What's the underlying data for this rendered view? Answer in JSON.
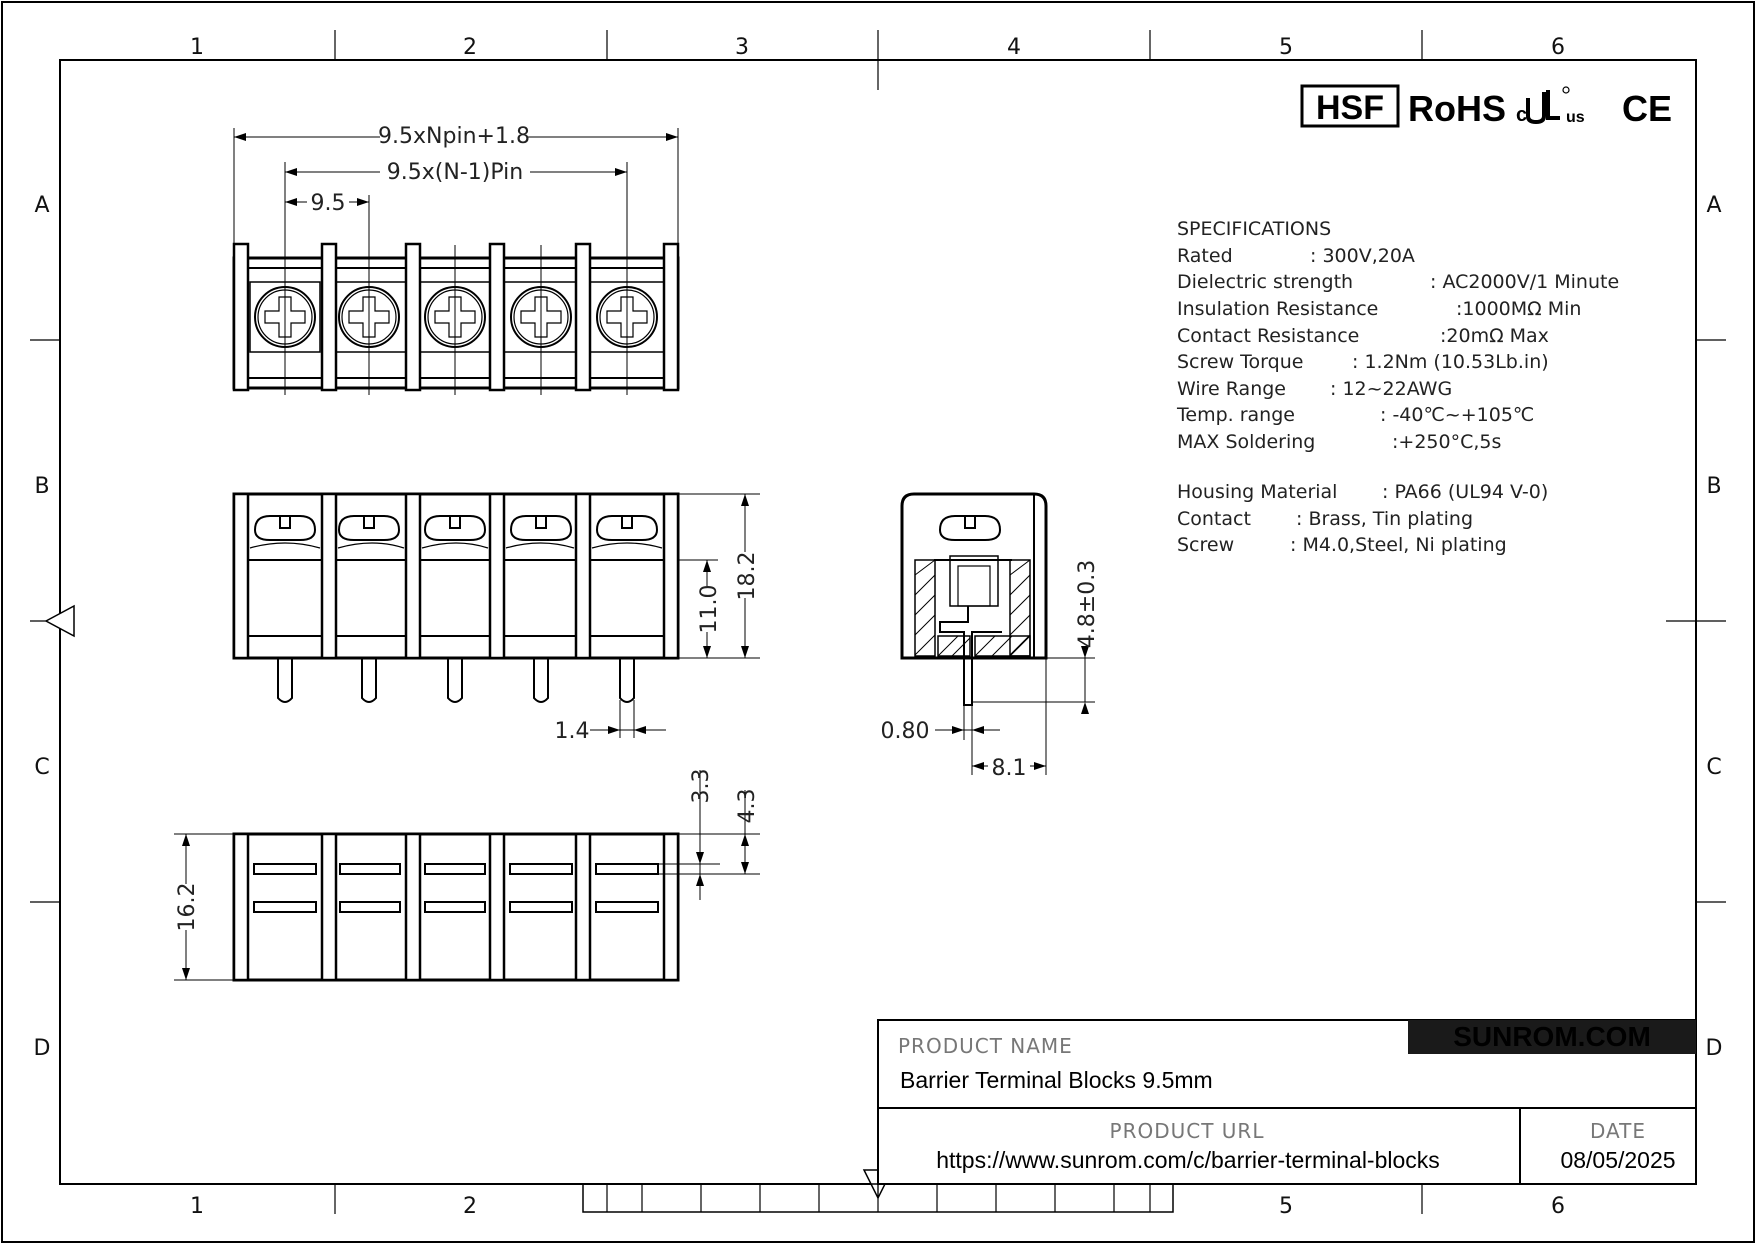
{
  "grid": {
    "columns": [
      "1",
      "2",
      "3",
      "4",
      "5",
      "6"
    ],
    "bottom_columns": [
      "1",
      "2",
      "5",
      "6"
    ],
    "rows": [
      "A",
      "B",
      "C",
      "D"
    ]
  },
  "certifications": {
    "hsf": "HSF",
    "rohs": "RoHS",
    "ul_c": "c",
    "ul_us": "us",
    "ce": "CE"
  },
  "dimensions": {
    "overall_length": "9.5xNpin+1.8",
    "pitch_span": "9.5x(N-1)Pin",
    "pitch": "9.5",
    "height_total": "18.2",
    "height_body": "11.0",
    "pin_width": "1.4",
    "side_pin_height": "4.8±0.3",
    "side_pin_thickness": "0.80",
    "side_depth": "8.1",
    "bottom_slot_a": "3.3",
    "bottom_slot_b": "4.3",
    "bottom_width": "16.2"
  },
  "specifications": {
    "heading": "SPECIFICATIONS",
    "items": [
      {
        "label": "Rated",
        "value": ": 300V,20A"
      },
      {
        "label": "Dielectric strength",
        "value": ": AC2000V/1 Minute"
      },
      {
        "label": "Insulation Resistance",
        "value": ":1000MΩ Min"
      },
      {
        "label": "Contact Resistance",
        "value": ":20mΩ Max"
      },
      {
        "label": "Screw Torque",
        "value": ": 1.2Nm (10.53Lb.in)"
      },
      {
        "label": "Wire Range",
        "value": ": 12~22AWG"
      },
      {
        "label": "Temp. range",
        "value": ": -40℃~+105℃"
      },
      {
        "label": "MAX Soldering",
        "value": ":+250°C,5s"
      }
    ],
    "materials": [
      {
        "label": "Housing Material",
        "value": ": PA66 (UL94 V-0)"
      },
      {
        "label": "Contact",
        "value": ": Brass, Tin plating"
      },
      {
        "label": "Screw",
        "value": ": M4.0,Steel, Ni plating"
      }
    ]
  },
  "title_block": {
    "brand": "SUNROM.COM",
    "brand_color": "#f26b1d",
    "brand_bg": "#1a1a1a",
    "product_name_label": "PRODUCT NAME",
    "product_name": "Barrier Terminal Blocks 9.5mm",
    "product_url_label": "PRODUCT URL",
    "product_url": "https://www.sunrom.com/c/barrier-terminal-blocks",
    "date_label": "DATE",
    "date": "08/05/2025"
  }
}
